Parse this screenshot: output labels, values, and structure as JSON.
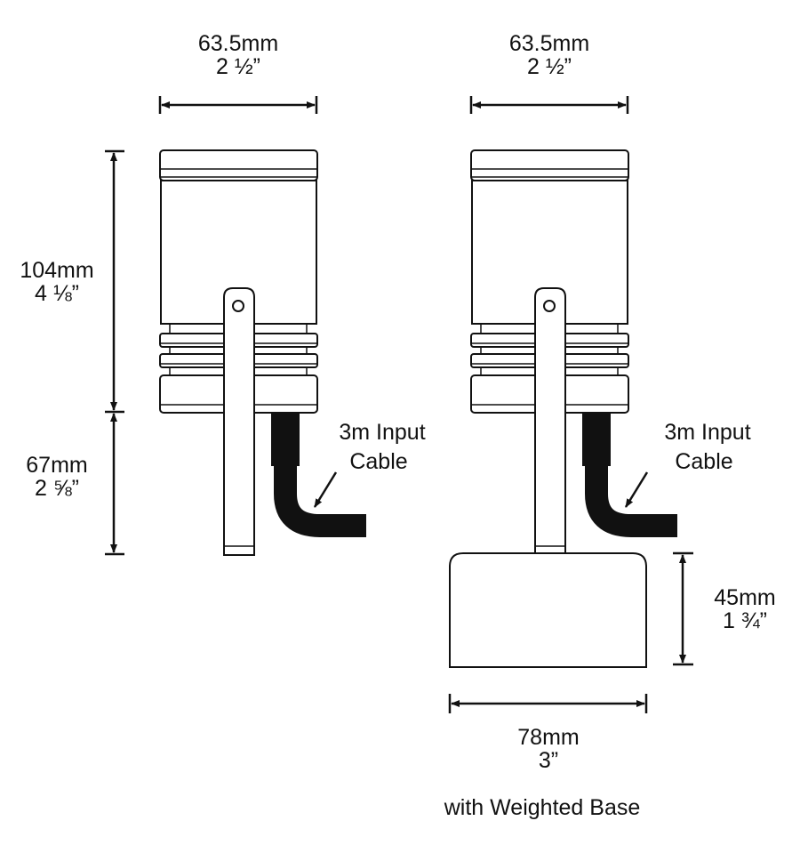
{
  "left_view": {
    "width_mm": "63.5mm",
    "width_in": "2 ½”",
    "head_height_mm": "104mm",
    "head_height_in": "4 ⅛”",
    "stake_length_mm": "67mm",
    "stake_length_in": "2 ⅝”",
    "cable_label_line1": "3m Input",
    "cable_label_line2": "Cable"
  },
  "right_view": {
    "width_mm": "63.5mm",
    "width_in": "2 ½”",
    "cable_label_line1": "3m Input",
    "cable_label_line2": "Cable",
    "base_height_mm": "45mm",
    "base_height_in": "1 ¾”",
    "base_width_mm": "78mm",
    "base_width_in": "3”",
    "caption": "with Weighted Base"
  }
}
